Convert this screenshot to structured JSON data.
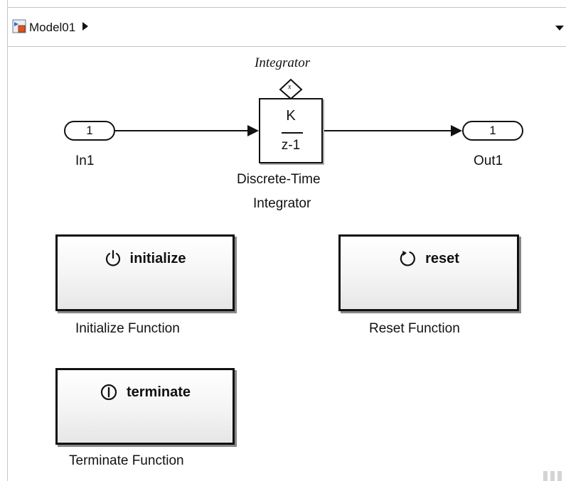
{
  "toolbar": {
    "model_name": "Model01",
    "model_icon": "simulink-model-icon",
    "breadcrumb_arrow": "chevron-right-icon",
    "dropdown_arrow": "chevron-down-icon"
  },
  "diagram": {
    "top_italic_label": "Integrator",
    "state_port_symbol": "x",
    "inport": {
      "number": "1",
      "name": "In1"
    },
    "outport": {
      "number": "1",
      "name": "Out1"
    },
    "integrator": {
      "numerator": "K",
      "denominator": "z-1",
      "name_line1": "Discrete-Time",
      "name_line2": "Integrator"
    },
    "initialize_block": {
      "title": "initialize",
      "name": "Initialize Function",
      "icon": "power-icon"
    },
    "reset_block": {
      "title": "reset",
      "name": "Reset Function",
      "icon": "reset-icon"
    },
    "terminate_block": {
      "title": "terminate",
      "name": "Terminate Function",
      "icon": "terminate-icon"
    }
  }
}
